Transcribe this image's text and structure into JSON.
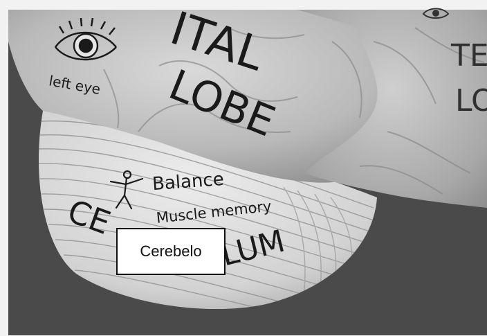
{
  "photo": {
    "lobe_text_top": "ITAL",
    "lobe_text_bottom": "LOBE",
    "eye_caption": "left eye",
    "cerebellum_word": "CEREBELLUM",
    "cerebellum_word_left": "CE",
    "cerebellum_word_right": "LUM",
    "function_1": "Balance",
    "function_2": "Muscle memory",
    "right_lobe_text_top": "TE",
    "right_lobe_text_bottom": "LO"
  },
  "label": {
    "text": "Cerebelo"
  },
  "colors": {
    "background": "#4a4a4a",
    "frame": "#f2f2f2",
    "brain_light": "#cfcfcf",
    "brain_mid": "#a9a9a9",
    "ink": "#1a1a1a"
  }
}
